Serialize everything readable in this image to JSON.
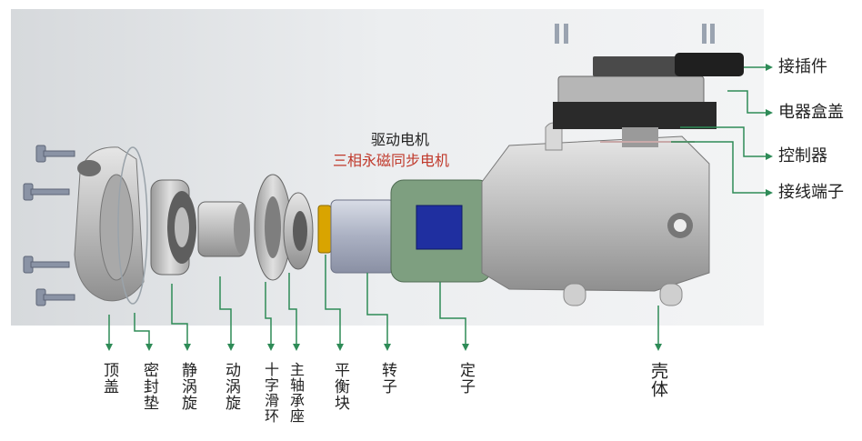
{
  "title": "驱动电机",
  "subtitle": "三相永磁同步电机",
  "colors": {
    "leader": "#2e8b57",
    "subtitle": "#c0392b",
    "stator_green": "#7e9f80",
    "stator_blue": "#1f2fa0",
    "housing": "#c8c8c8"
  },
  "right_labels": [
    "接插件",
    "电器盒盖",
    "控制器",
    "接线端子"
  ],
  "bottom_labels": [
    "顶盖",
    "密封垫",
    "静涡旋",
    "动涡旋",
    "十字滑环",
    "主轴承座",
    "平衡块",
    "转子",
    "定子",
    "壳体"
  ]
}
